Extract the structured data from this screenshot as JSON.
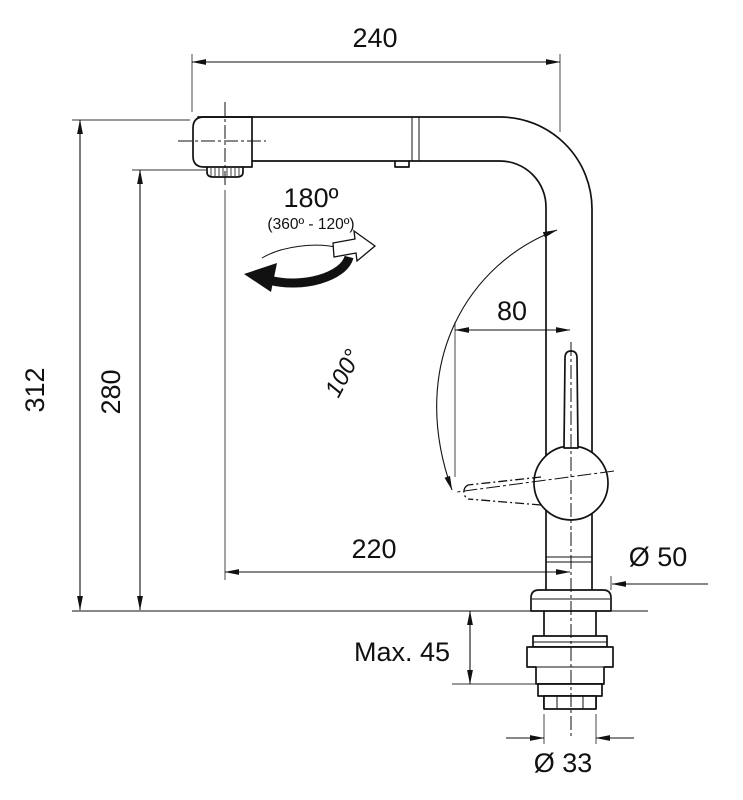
{
  "dims": {
    "top_width": "240",
    "overall_height": "312",
    "spout_height": "280",
    "handle_offset": "80",
    "spout_reach": "220",
    "flange_diameter": "Ø 50",
    "max_deck_thickness": "Max. 45",
    "shank_diameter": "Ø 33",
    "swivel_angle": "180º",
    "swivel_note": "(360º - 120º)",
    "handle_lift_angle": "100°"
  },
  "colors": {
    "line": "#111111",
    "background": "#ffffff"
  }
}
